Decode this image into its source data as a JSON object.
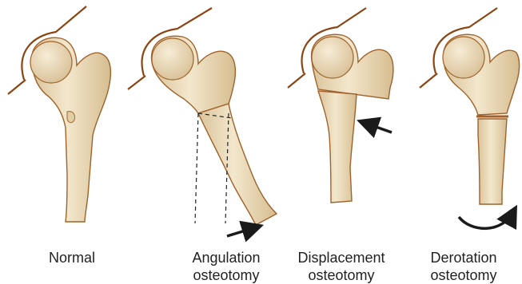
{
  "panels": [
    {
      "id": "normal",
      "lines": [
        "Normal"
      ]
    },
    {
      "id": "angulation",
      "lines": [
        "Angulation",
        "osteotomy"
      ]
    },
    {
      "id": "displacement",
      "lines": [
        "Displacement",
        "osteotomy"
      ]
    },
    {
      "id": "derotation",
      "lines": [
        "Derotation",
        "osteotomy"
      ]
    }
  ],
  "colors": {
    "bone_fill": "#ecdcb8",
    "bone_outline": "#a0622a",
    "acetabulum": "#8b4513",
    "arrow": "#1a1a1a",
    "guide_line": "#222222"
  }
}
